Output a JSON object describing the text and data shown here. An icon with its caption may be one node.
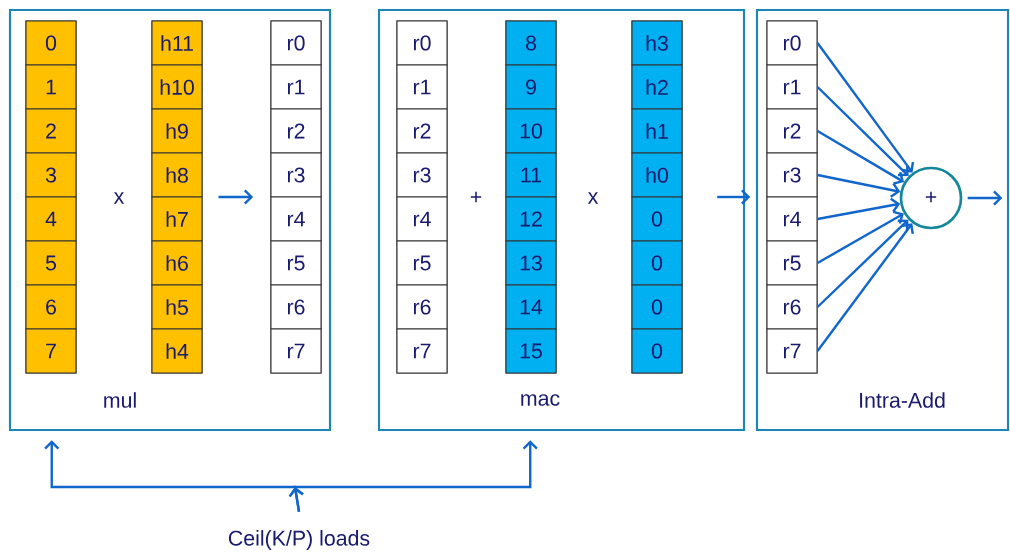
{
  "diagram": {
    "nodes": [
      {
        "text": [
          "mul"
        ]
      },
      {
        "text": [],
        "shape": "box",
        "in": 0
      },
      {
        "text": [
          "0"
        ],
        "in": 1
      },
      {
        "text": [
          "1"
        ],
        "in": 1
      },
      {
        "text": [
          "2"
        ],
        "in": 1
      },
      {
        "text": [
          "3"
        ],
        "in": 1
      },
      {
        "text": [
          "4"
        ],
        "in": 1
      },
      {
        "text": [
          "5"
        ],
        "in": 1
      },
      {
        "text": [
          "6"
        ],
        "in": 1
      },
      {
        "text": [
          "7"
        ],
        "in": 1
      },
      {
        "text": [],
        "shape": "box",
        "in": 0
      },
      {
        "text": [
          "h11"
        ],
        "in": 10
      },
      {
        "text": [
          "h10"
        ],
        "in": 10
      },
      {
        "text": [
          "h9"
        ],
        "in": 10
      },
      {
        "text": [
          "h8"
        ],
        "in": 10
      },
      {
        "text": [
          "h7"
        ],
        "in": 10
      },
      {
        "text": [
          "h6"
        ],
        "in": 10
      },
      {
        "text": [
          "h5"
        ],
        "in": 10
      },
      {
        "text": [
          "h4"
        ],
        "in": 10
      },
      {
        "text": [],
        "shape": "box",
        "in": 0
      },
      {
        "text": [
          "r0"
        ],
        "in": 19
      },
      {
        "text": [
          "r1"
        ],
        "in": 19
      },
      {
        "text": [
          "r2"
        ],
        "in": 19
      },
      {
        "text": [
          "r3"
        ],
        "in": 19
      },
      {
        "text": [
          "r4"
        ],
        "in": 19
      },
      {
        "text": [
          "r5"
        ],
        "in": 19
      },
      {
        "text": [
          "r6"
        ],
        "in": 19
      },
      {
        "text": [
          "r7"
        ],
        "in": 19
      },
      {
        "text": [
          "mac"
        ]
      },
      {
        "text": [],
        "shape": "box",
        "in": 28
      },
      {
        "text": [
          "r0"
        ],
        "in": 29
      },
      {
        "text": [
          "r1"
        ],
        "in": 29
      },
      {
        "text": [
          "r2"
        ],
        "in": 29
      },
      {
        "text": [
          "r3"
        ],
        "in": 29
      },
      {
        "text": [
          "r4"
        ],
        "in": 29
      },
      {
        "text": [
          "r5"
        ],
        "in": 29
      },
      {
        "text": [
          "r6"
        ],
        "in": 29
      },
      {
        "text": [
          "r7"
        ],
        "in": 29
      },
      {
        "text": [],
        "shape": "box",
        "in": 28
      },
      {
        "text": [
          "8"
        ],
        "in": 38
      },
      {
        "text": [
          "9"
        ],
        "in": 38
      },
      {
        "text": [
          "10"
        ],
        "in": 38
      },
      {
        "text": [
          "11"
        ],
        "in": 38
      },
      {
        "text": [
          "12"
        ],
        "in": 38
      },
      {
        "text": [
          "13"
        ],
        "in": 38
      },
      {
        "text": [
          "14"
        ],
        "in": 38
      },
      {
        "text": [
          "15"
        ],
        "in": 38
      },
      {
        "text": [],
        "shape": "box",
        "in": 28
      },
      {
        "text": [
          "h3"
        ],
        "in": 47
      },
      {
        "text": [
          "h2"
        ],
        "in": 47
      },
      {
        "text": [
          "h1"
        ],
        "in": 47
      },
      {
        "text": [
          "h0"
        ],
        "in": 47
      },
      {
        "text": [
          "0"
        ],
        "in": 47
      },
      {
        "text": [
          "0"
        ],
        "in": 47
      },
      {
        "text": [
          "0"
        ],
        "in": 47
      },
      {
        "text": [
          "0"
        ],
        "in": 47
      },
      {
        "text": [
          "Intra-Add"
        ]
      },
      {
        "text": [],
        "shape": "box",
        "in": 56
      },
      {
        "text": [
          "r0"
        ],
        "in": 57
      },
      {
        "text": [
          "r1"
        ],
        "in": 57
      },
      {
        "text": [
          "r2"
        ],
        "in": 57
      },
      {
        "text": [
          "r3"
        ],
        "in": 57
      },
      {
        "text": [
          "r4"
        ],
        "in": 57
      },
      {
        "text": [
          "r5"
        ],
        "in": 57
      },
      {
        "text": [
          "r6"
        ],
        "in": 57
      },
      {
        "text": [
          "r7"
        ],
        "in": 57
      },
      {
        "text": [
          "+"
        ],
        "in": 56
      },
      {
        "text": [
          "Ceil(K/P) loads"
        ]
      }
    ],
    "edges": [
      {
        "from": 10,
        "to": 19,
        "arrow": "to"
      },
      {
        "from": 47,
        "to": 56,
        "arrow": "to"
      },
      {
        "from": 58,
        "to": 66,
        "arrow": "to"
      },
      {
        "from": 59,
        "to": 66,
        "arrow": "to"
      },
      {
        "from": 60,
        "to": 66,
        "arrow": "to"
      },
      {
        "from": 61,
        "to": 66,
        "arrow": "to"
      },
      {
        "from": 62,
        "to": 66,
        "arrow": "to"
      },
      {
        "from": 63,
        "to": 66,
        "arrow": "to"
      },
      {
        "from": 64,
        "to": 66,
        "arrow": "to"
      },
      {
        "from": 65,
        "to": 66,
        "arrow": "to"
      },
      {
        "from": 66,
        "to": null,
        "arrow": "to"
      },
      {
        "from": 67,
        "to": 0,
        "arrow": "to"
      },
      {
        "from": 67,
        "to": 28,
        "arrow": "to"
      }
    ],
    "labels": [
      "x",
      "+",
      "x"
    ]
  }
}
